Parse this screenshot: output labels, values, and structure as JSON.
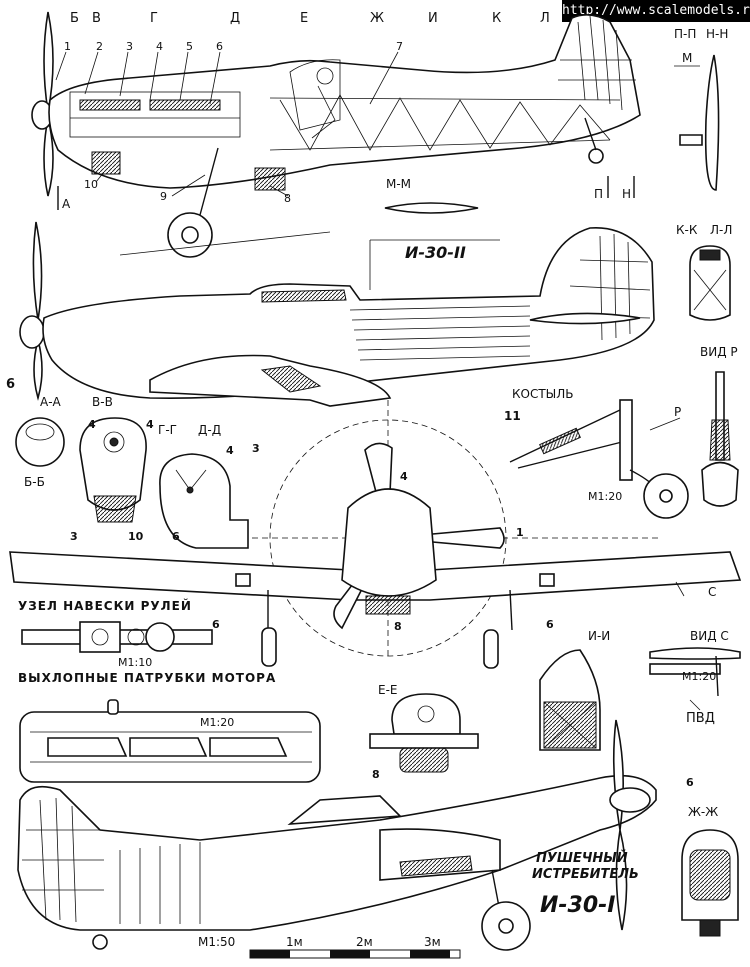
{
  "watermark": "http://www.scalemodels.ru",
  "section_letters_top": [
    "Б",
    "В",
    "Г",
    "Д",
    "Е",
    "Ж",
    "И",
    "К",
    "Л"
  ],
  "part_numbers_top": [
    "1",
    "2",
    "3",
    "4",
    "5",
    "6",
    "7"
  ],
  "part_numbers_bottom": [
    "10",
    "9",
    "8"
  ],
  "section_marks_side": [
    "А",
    "П",
    "Н",
    "М"
  ],
  "labels": {
    "sec_nn_pp": "П-П",
    "sec_hh": "Н-Н",
    "sec_m": "М",
    "sec_mm": "М-М",
    "model_ii": "И-30-II",
    "sec_kk": "К-К",
    "sec_ll": "Л-Л",
    "vid_r": "ВИД Р",
    "kostyl": "КОСТЫЛЬ",
    "scale_20_a": "М1:20",
    "sec_aa": "А-А",
    "sec_vv": "В-В",
    "sec_gg": "Г-Г",
    "sec_dd": "Д-Д",
    "sec_bb": "Б-Б",
    "arrow_p": "Р",
    "arrow_c": "С",
    "uzel": "УЗЕЛ НАВЕСКИ РУЛЕЙ",
    "scale_10": "М1:10",
    "vyhlop": "ВЫХЛОПНЫЕ ПАТРУБКИ МОТОРА",
    "scale_20_b": "М1:20",
    "sec_ii": "И-И",
    "vid_c": "ВИД С",
    "scale_20_c": "М1:20",
    "pvd": "ПВД",
    "sec_ee": "Е-Е",
    "sec_zhzh": "Ж-Ж",
    "title_line1": "ПУШЕЧНЫЙ",
    "title_line2": "ИСТРЕБИТЕЛЬ",
    "model_i": "И-30-I",
    "scale_50": "М1:50",
    "scale_1m": "1м",
    "scale_2m": "2м",
    "scale_3m": "3м"
  },
  "callouts": {
    "n6_left": "6",
    "n4_vv": "4",
    "n4_gg": "4",
    "n3_vv": "3",
    "n10_vv": "10",
    "n6_gg": "6",
    "n4_dd": "4",
    "n3_dd": "3",
    "n4_prop": "4",
    "n1_prop": "1",
    "n11_kostyl": "11",
    "n6_wing_l": "6",
    "n8_front": "8",
    "n6_wing_r": "6",
    "n8_ee": "8",
    "n6_bottom": "6"
  }
}
